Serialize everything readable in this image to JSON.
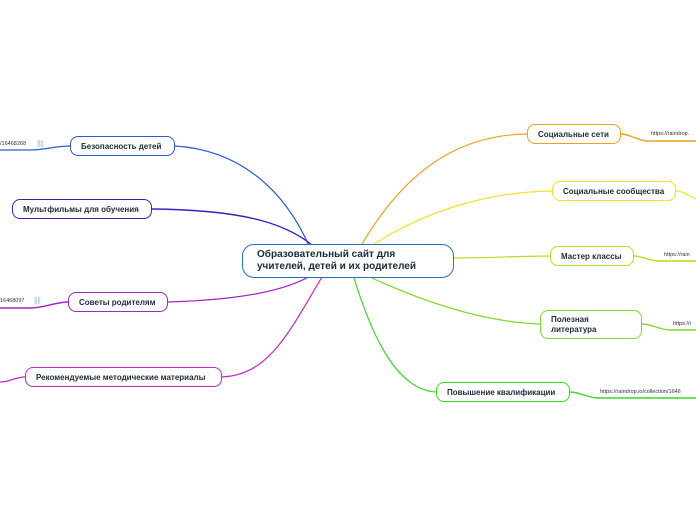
{
  "center": {
    "title": "Образовательный сайт для учителей, детей и их родителей",
    "color": "#2a6fbb"
  },
  "left_branches": [
    {
      "id": "safety",
      "label": "Безопасность детей",
      "color": "#2a5cd6",
      "url_text": "/16468268",
      "has_link_icon": true
    },
    {
      "id": "cartoons",
      "label": "Мультфильмы для обучения",
      "color": "#3a1fc0",
      "url_text": "",
      "has_link_icon": false
    },
    {
      "id": "parents",
      "label": "Советы родителям",
      "color": "#a025c8",
      "url_text": "16468097",
      "has_link_icon": true
    },
    {
      "id": "methods",
      "label": "Рекомендуемые методические материалы",
      "color": "#d020c8",
      "url_text": "",
      "has_link_icon": false
    }
  ],
  "right_branches": [
    {
      "id": "social-networks",
      "label": "Социальные сети",
      "color": "#f0a020",
      "url_text": "https://raindrop."
    },
    {
      "id": "social-communities",
      "label": "Социальные сообщества",
      "color": "#f2e22a",
      "url_text": ""
    },
    {
      "id": "master-classes",
      "label": "Мастер классы",
      "color": "#b8dc22",
      "url_text": "https://rain"
    },
    {
      "id": "literature",
      "label": "Полезная литература",
      "color": "#7cdc2a",
      "url_text": "https://r"
    },
    {
      "id": "qualification",
      "label": "Повышение квалификации",
      "color": "#3cd628",
      "url_text": "https://raindrop.io/collection/1646"
    }
  ]
}
